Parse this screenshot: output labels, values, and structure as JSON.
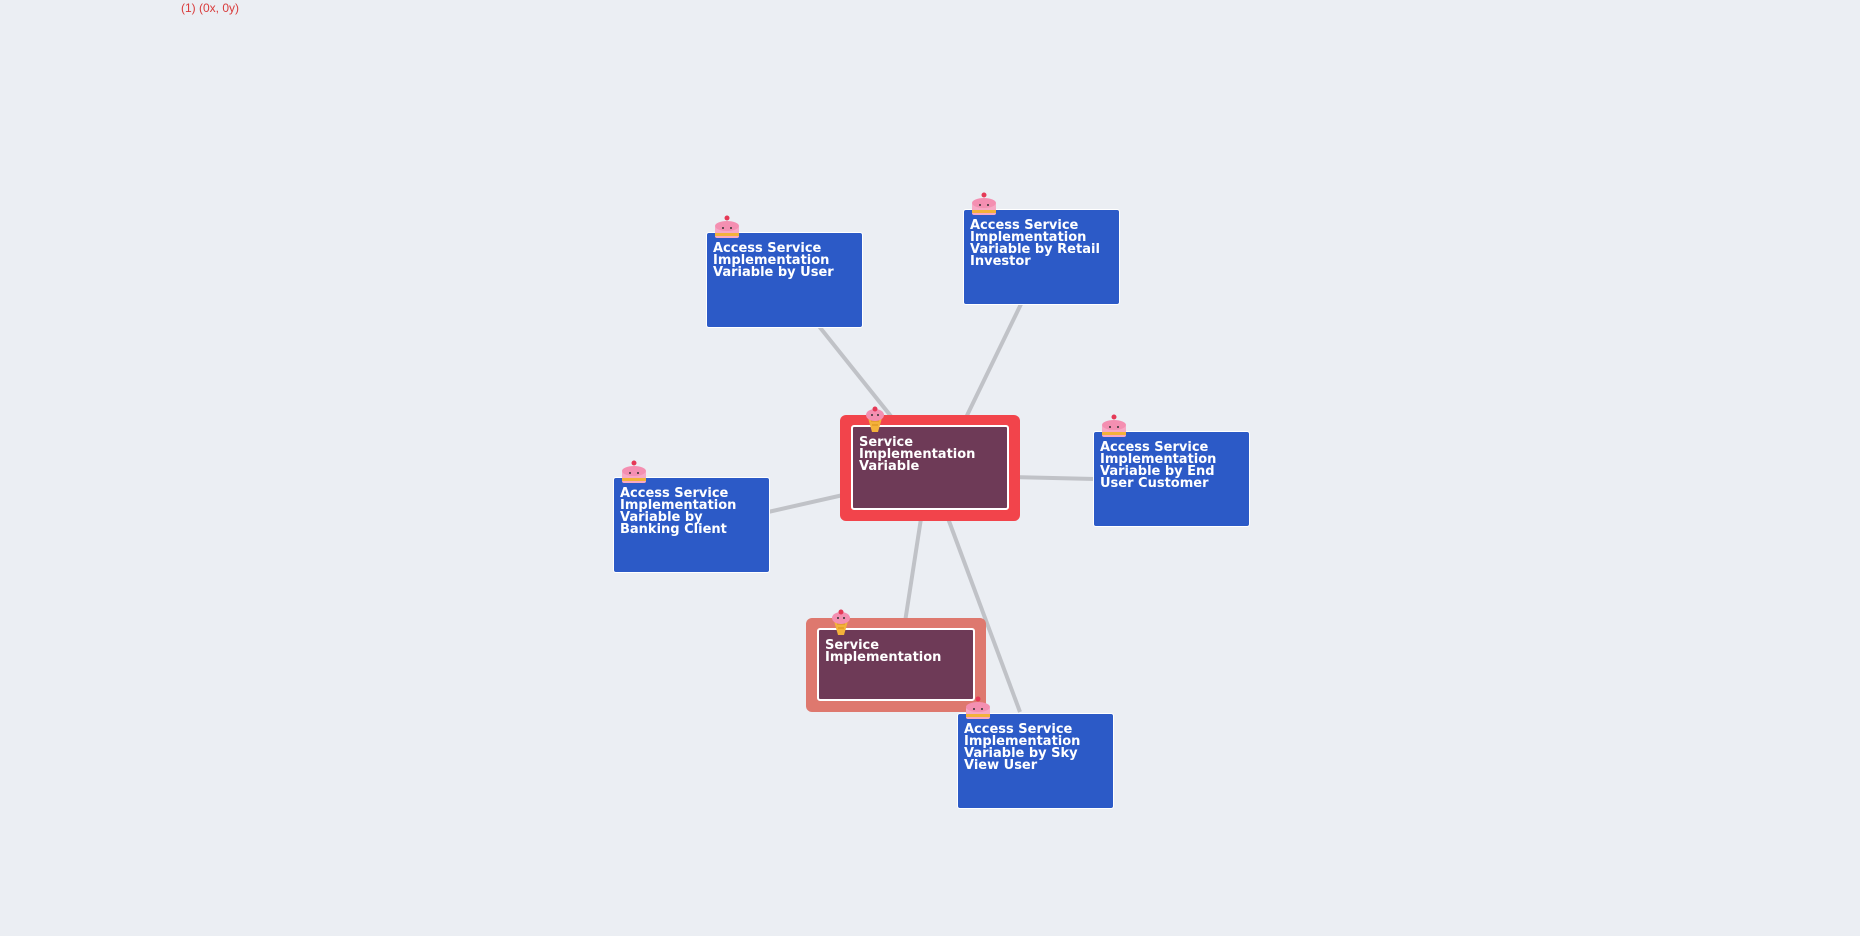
{
  "coordinates_readout": "(1) (0x, 0y)",
  "colors": {
    "background": "#ebeef3",
    "node_blue": "#2c5ac7",
    "node_dark": "#6e3a57",
    "ring_primary": "#f2444b",
    "ring_secondary": "#de786e",
    "edge": "#c0c2c7",
    "coords_text": "#d93b3b"
  },
  "nodes": {
    "center": {
      "label": "Service Implementation Variable",
      "icon": "cupcake-icon"
    },
    "impl": {
      "label": "Service Implementation",
      "icon": "cupcake-icon"
    },
    "user": {
      "label": "Access Service Implementation Variable by User",
      "icon": "cake-icon"
    },
    "retail": {
      "label": "Access Service Implementation Variable by Retail Investor",
      "icon": "cake-icon"
    },
    "enduser": {
      "label": "Access Service Implementation Variable by End User Customer",
      "icon": "cake-icon"
    },
    "banking": {
      "label": "Access Service Implementation Variable by Banking Client",
      "icon": "cake-icon"
    },
    "skyview": {
      "label": "Access Service Implementation Variable by Sky View User",
      "icon": "cake-icon"
    }
  },
  "edges": [
    {
      "from": "user",
      "to": "center"
    },
    {
      "from": "retail",
      "to": "center"
    },
    {
      "from": "enduser",
      "to": "center"
    },
    {
      "from": "banking",
      "to": "center"
    },
    {
      "from": "impl",
      "to": "center"
    },
    {
      "from": "skyview",
      "to": "center"
    }
  ]
}
